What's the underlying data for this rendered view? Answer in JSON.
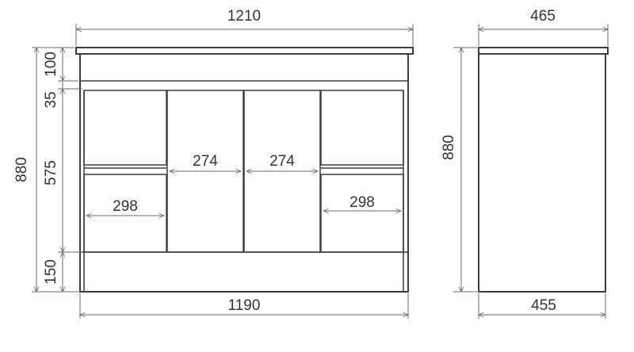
{
  "front_view": {
    "overall_width": "1210",
    "carcass_width": "1190",
    "overall_height": "880",
    "kick_height": "100",
    "top_gap": "35",
    "door_height": "575",
    "plinth_height": "150",
    "door_width_left_center": "274",
    "door_width_right_center": "274",
    "drawer_width_left": "298",
    "drawer_width_right": "298"
  },
  "side_view": {
    "top_depth": "465",
    "base_depth": "455",
    "height": "880"
  },
  "colors": {
    "line": "#3d3d3d",
    "dimension_line": "#6a6a6a",
    "text": "#333333"
  }
}
